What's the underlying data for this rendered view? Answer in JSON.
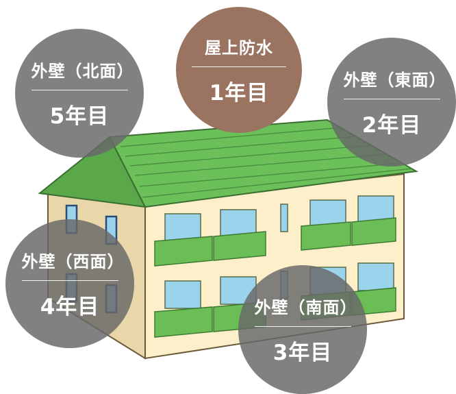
{
  "colors": {
    "roof": "#6cc05a",
    "roof_dark": "#4a8f3e",
    "wall": "#fbeec9",
    "wall_side": "#e7d6aa",
    "balcony": "#6bbd55",
    "window": "#9ad3ec",
    "badge_gray": "#696969",
    "badge_brown": "#9a7461"
  },
  "badges": {
    "roof": {
      "part": "屋上防水",
      "year": "1年目"
    },
    "east": {
      "part": "外壁（東面）",
      "year": "2年目"
    },
    "south": {
      "part": "外壁（南面）",
      "year": "3年目"
    },
    "west": {
      "part": "外壁（西面）",
      "year": "4年目"
    },
    "north": {
      "part": "外壁（北面）",
      "year": "5年目"
    }
  }
}
